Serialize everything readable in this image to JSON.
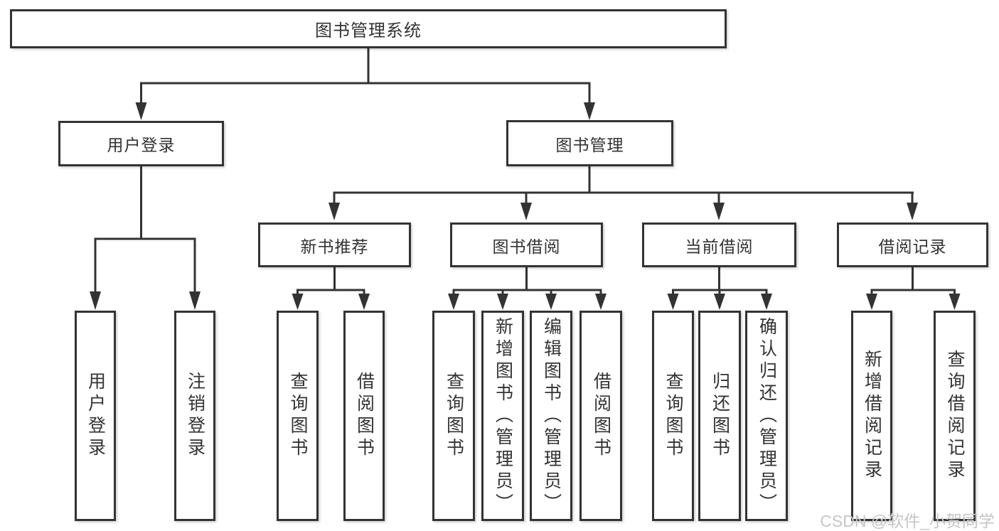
{
  "colors": {
    "line": "#333333",
    "box_border": "#333333",
    "box_fill": "#ffffff",
    "text": "#333333",
    "watermark": "#c6c6c6",
    "background": "#ffffff"
  },
  "tree": {
    "root": {
      "label": "图书管理系统"
    },
    "level2": [
      {
        "label": "用户登录"
      },
      {
        "label": "图书管理"
      }
    ],
    "level3": [
      {
        "label": "新书推荐"
      },
      {
        "label": "图书借阅"
      },
      {
        "label": "当前借阅"
      },
      {
        "label": "借阅记录"
      }
    ],
    "leaves": [
      {
        "label": "用户登录"
      },
      {
        "label": "注销登录"
      },
      {
        "label": "查询图书"
      },
      {
        "label": "借阅图书"
      },
      {
        "label": "查询图书"
      },
      {
        "label": "新增图书（管理员）"
      },
      {
        "label": "编辑图书（管理员）"
      },
      {
        "label": "借阅图书"
      },
      {
        "label": "查询图书"
      },
      {
        "label": "归还图书"
      },
      {
        "label": "确认归还（管理员）"
      },
      {
        "label": "新增借阅记录"
      },
      {
        "label": "查询借阅记录"
      }
    ]
  },
  "watermark": {
    "text": "CSDN @软件_小贺同学"
  }
}
